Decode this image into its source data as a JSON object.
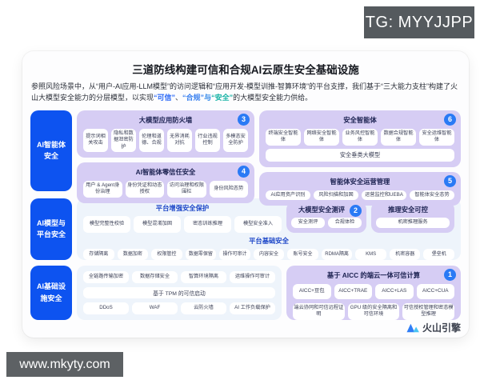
{
  "watermark_top": "TG: MYYJJPP",
  "watermark_bottom": "www.mkyty.com",
  "title": "三道防线构建可信和合规AI云原生安全基础设施",
  "intro": {
    "p1": "参照风险场景中，从“用户-AI应用-LLM模型”的访问逻辑和“应用开发-模型训推-智算环境”的平台支撑，我们基于“三大能力支柱”构建了火山大模型安全能力的分层模型，以实现",
    "kw_trusted": "“可信”",
    "sep1": "、",
    "kw_compliant": "“合规”",
    "sep2": "与",
    "kw_secure": "“安全”",
    "p2": "的大模型安全能力供给。"
  },
  "sidebars": {
    "agent": "AI智能体安全",
    "model": "AI模型与平台安全",
    "infra": "AI基础设施安全"
  },
  "agent_band": {
    "firewall": {
      "title": "大模型应用防火墙",
      "badge": "3",
      "chips": [
        "提示词相关攻击",
        "隐私和数据泄密防护",
        "伦理和道德、合规",
        "无界消耗对抗",
        "行业违规控制",
        "多模态安全防护"
      ]
    },
    "zerotrust": {
      "title": "AI智能体零信任安全",
      "badge": "4",
      "chips": [
        "用户 & Agent身份治理",
        "身份凭证和动态授权",
        "访问治理和权限围栏",
        "身份风险态势"
      ]
    },
    "sec_agents": {
      "title": "安全智能体",
      "badge": "6",
      "chips": [
        "终端安全智能体",
        "网络安全智能体",
        "业务风控智能体",
        "数据合规智能体",
        "安全运维智能体"
      ],
      "bar": "安全垂类大模型"
    },
    "ops": {
      "title": "智能体安全运营管理",
      "badge": "5",
      "chips": [
        "AI应用资产识别",
        "风险扫描和加固",
        "运营监控和UEBA",
        "智能体安全态势"
      ]
    }
  },
  "model_band": {
    "enhanced": {
      "title": "平台增强安全保护",
      "chips": [
        "模型完整性校验",
        "模型混淆加固",
        "密态训练推理",
        "模型安全准入"
      ]
    },
    "eval": {
      "title": "大模型安全测评",
      "badge": "2",
      "chips": [
        "安全测评",
        "合规体检"
      ]
    },
    "inference": {
      "title": "推理安全可控",
      "chips": [
        "机密推理服务"
      ]
    },
    "basic": {
      "title": "平台基础安全",
      "chips": [
        "存储隔离",
        "数据加密",
        "权限管控",
        "数据零保留",
        "操作可审计",
        "内容安全",
        "账号安全",
        "RDMA隔离",
        "KMS",
        "机密容器",
        "堡垒机"
      ]
    }
  },
  "infra_band": {
    "row1": [
      "全链路传输加密",
      "数据存储安全",
      "智算环境隔离",
      "运维操作可审计"
    ],
    "tpm": "基于 TPM 的可信启动",
    "row3": [
      "DDoS",
      "WAF",
      "云防火墙",
      "AI 工作负载保护"
    ],
    "aicc": {
      "title": "基于 AICC 的端云一体可信计算",
      "badge": "1",
      "chips_top": [
        "AICC+豆包",
        "AICC+TRAE",
        "AICC+LAS",
        "AICC+CUA"
      ],
      "chips_bottom": [
        "端云协同和可信远程证明",
        "GPU 级的安全隔离和可信环境",
        "可信授权管理和密态模型推理"
      ]
    }
  },
  "footer": {
    "logo": "火山引擎"
  },
  "colors": {
    "sidebar_blue": "#0d53f0",
    "section_purple": "#d6cdf4",
    "badge_blue": "#2a7af5",
    "light_blue_panel": "#eef4fb",
    "blue_header": "#1d46c8",
    "accent_trusted": "#2e6bf6",
    "accent_compliant": "#3b82f0",
    "accent_secure": "#14b2a4"
  }
}
